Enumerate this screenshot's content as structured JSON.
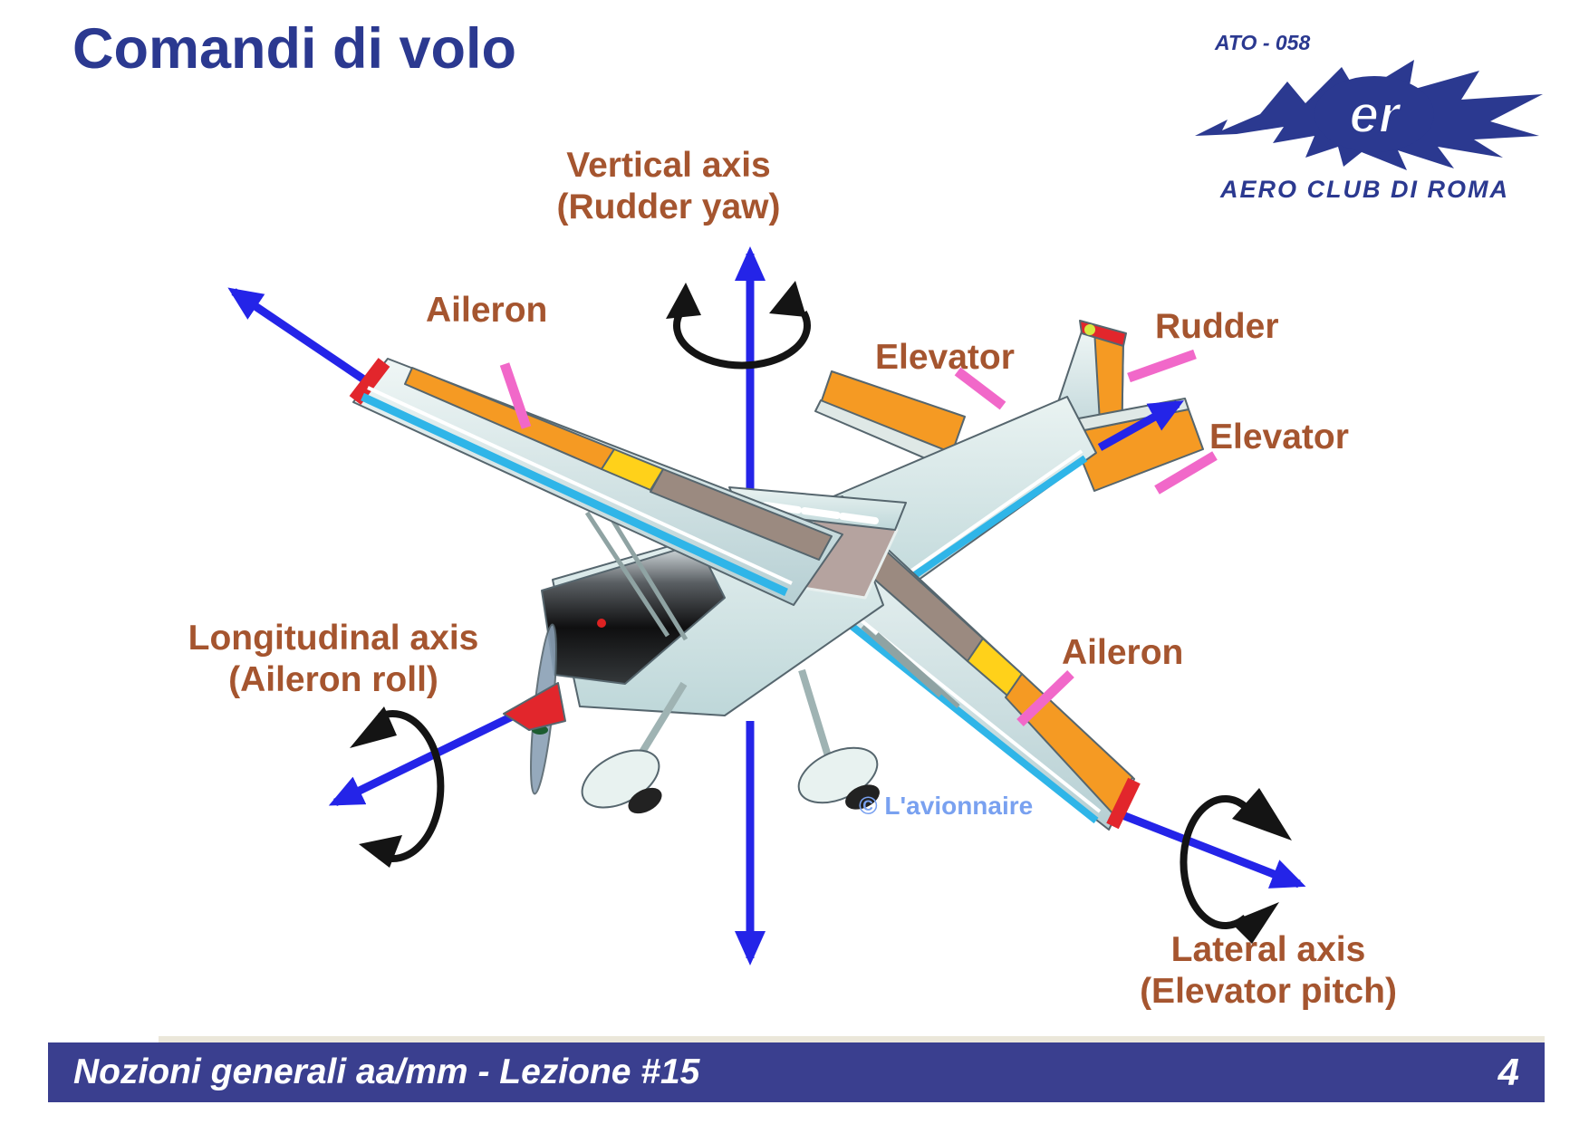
{
  "slide": {
    "title": "Comandi di volo"
  },
  "logo": {
    "ato_code": "ATO - 058",
    "monogram": "er",
    "club_name": "AERO CLUB DI ROMA"
  },
  "diagram": {
    "watermark": "© L'avionnaire",
    "labels": {
      "vertical_axis": {
        "line1": "Vertical axis",
        "line2": "(Rudder yaw)"
      },
      "aileron_left": "Aileron",
      "elevator_left": "Elevator",
      "rudder": "Rudder",
      "elevator_right": "Elevator",
      "longitudinal_axis": {
        "line1": "Longitudinal axis",
        "line2": "(Aileron roll)"
      },
      "aileron_right": "Aileron",
      "lateral_axis": {
        "line1": "Lateral axis",
        "line2": "(Elevator pitch)"
      }
    },
    "colors": {
      "axis_blue": "#2424E8",
      "label_brown": "#A5552F",
      "pointer_pink": "#F168C9",
      "rotation_black": "#141414",
      "watermark_blue": "#79A1F0",
      "title_blue": "#2B3990",
      "footer_bar_blue": "#3A3F8F"
    }
  },
  "footer": {
    "lesson": "Nozioni generali aa/mm - Lezione #15",
    "page": "4"
  }
}
